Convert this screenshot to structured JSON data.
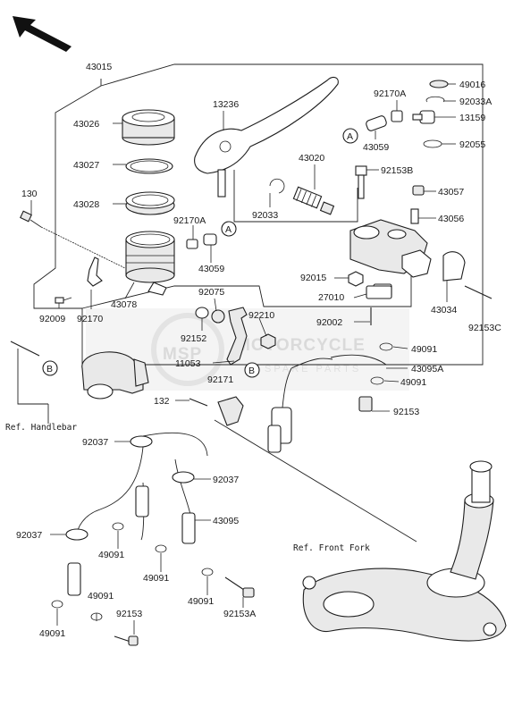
{
  "labels": {
    "p43015": "43015",
    "p43026": "43026",
    "p43027": "43027",
    "p43028": "43028",
    "p130": "130",
    "p92170a_l": "92170A",
    "p43059_l": "43059",
    "p43078": "43078",
    "p92170": "92170",
    "p92009": "92009",
    "p13236": "13236",
    "p43020": "43020",
    "p92033": "92033",
    "p49016": "49016",
    "p92170a_r": "92170A",
    "p92033a": "92033A",
    "p13159": "13159",
    "p43059_r": "43059",
    "p92055": "92055",
    "p92153b": "92153B",
    "p43057": "43057",
    "p43056": "43056",
    "p92015": "92015",
    "p27010": "27010",
    "p92002": "92002",
    "p43034": "43034",
    "p92153c": "92153C",
    "p92075": "92075",
    "p92210": "92210",
    "p92152": "92152",
    "p11053": "11053",
    "p92171": "92171",
    "p132": "132",
    "p49091_a": "49091",
    "p43095a": "43095A",
    "p49091_b": "49091",
    "p92153_r": "92153",
    "p92037_a": "92037",
    "p92037_b": "92037",
    "p92037_c": "92037",
    "p43095": "43095",
    "p49091_c": "49091",
    "p49091_d": "49091",
    "p49091_e": "49091",
    "p49091_f": "49091",
    "p49091_g": "49091",
    "p92153_b": "92153",
    "p92153a": "92153A"
  },
  "refs": {
    "handlebar": "Ref. Handlebar",
    "front_fork": "Ref. Front Fork"
  },
  "markers": {
    "a": "A",
    "b": "B"
  },
  "watermark": {
    "brand": "MOTORCYCLE",
    "sub": "SPARE PARTS",
    "logo": "MSP"
  }
}
